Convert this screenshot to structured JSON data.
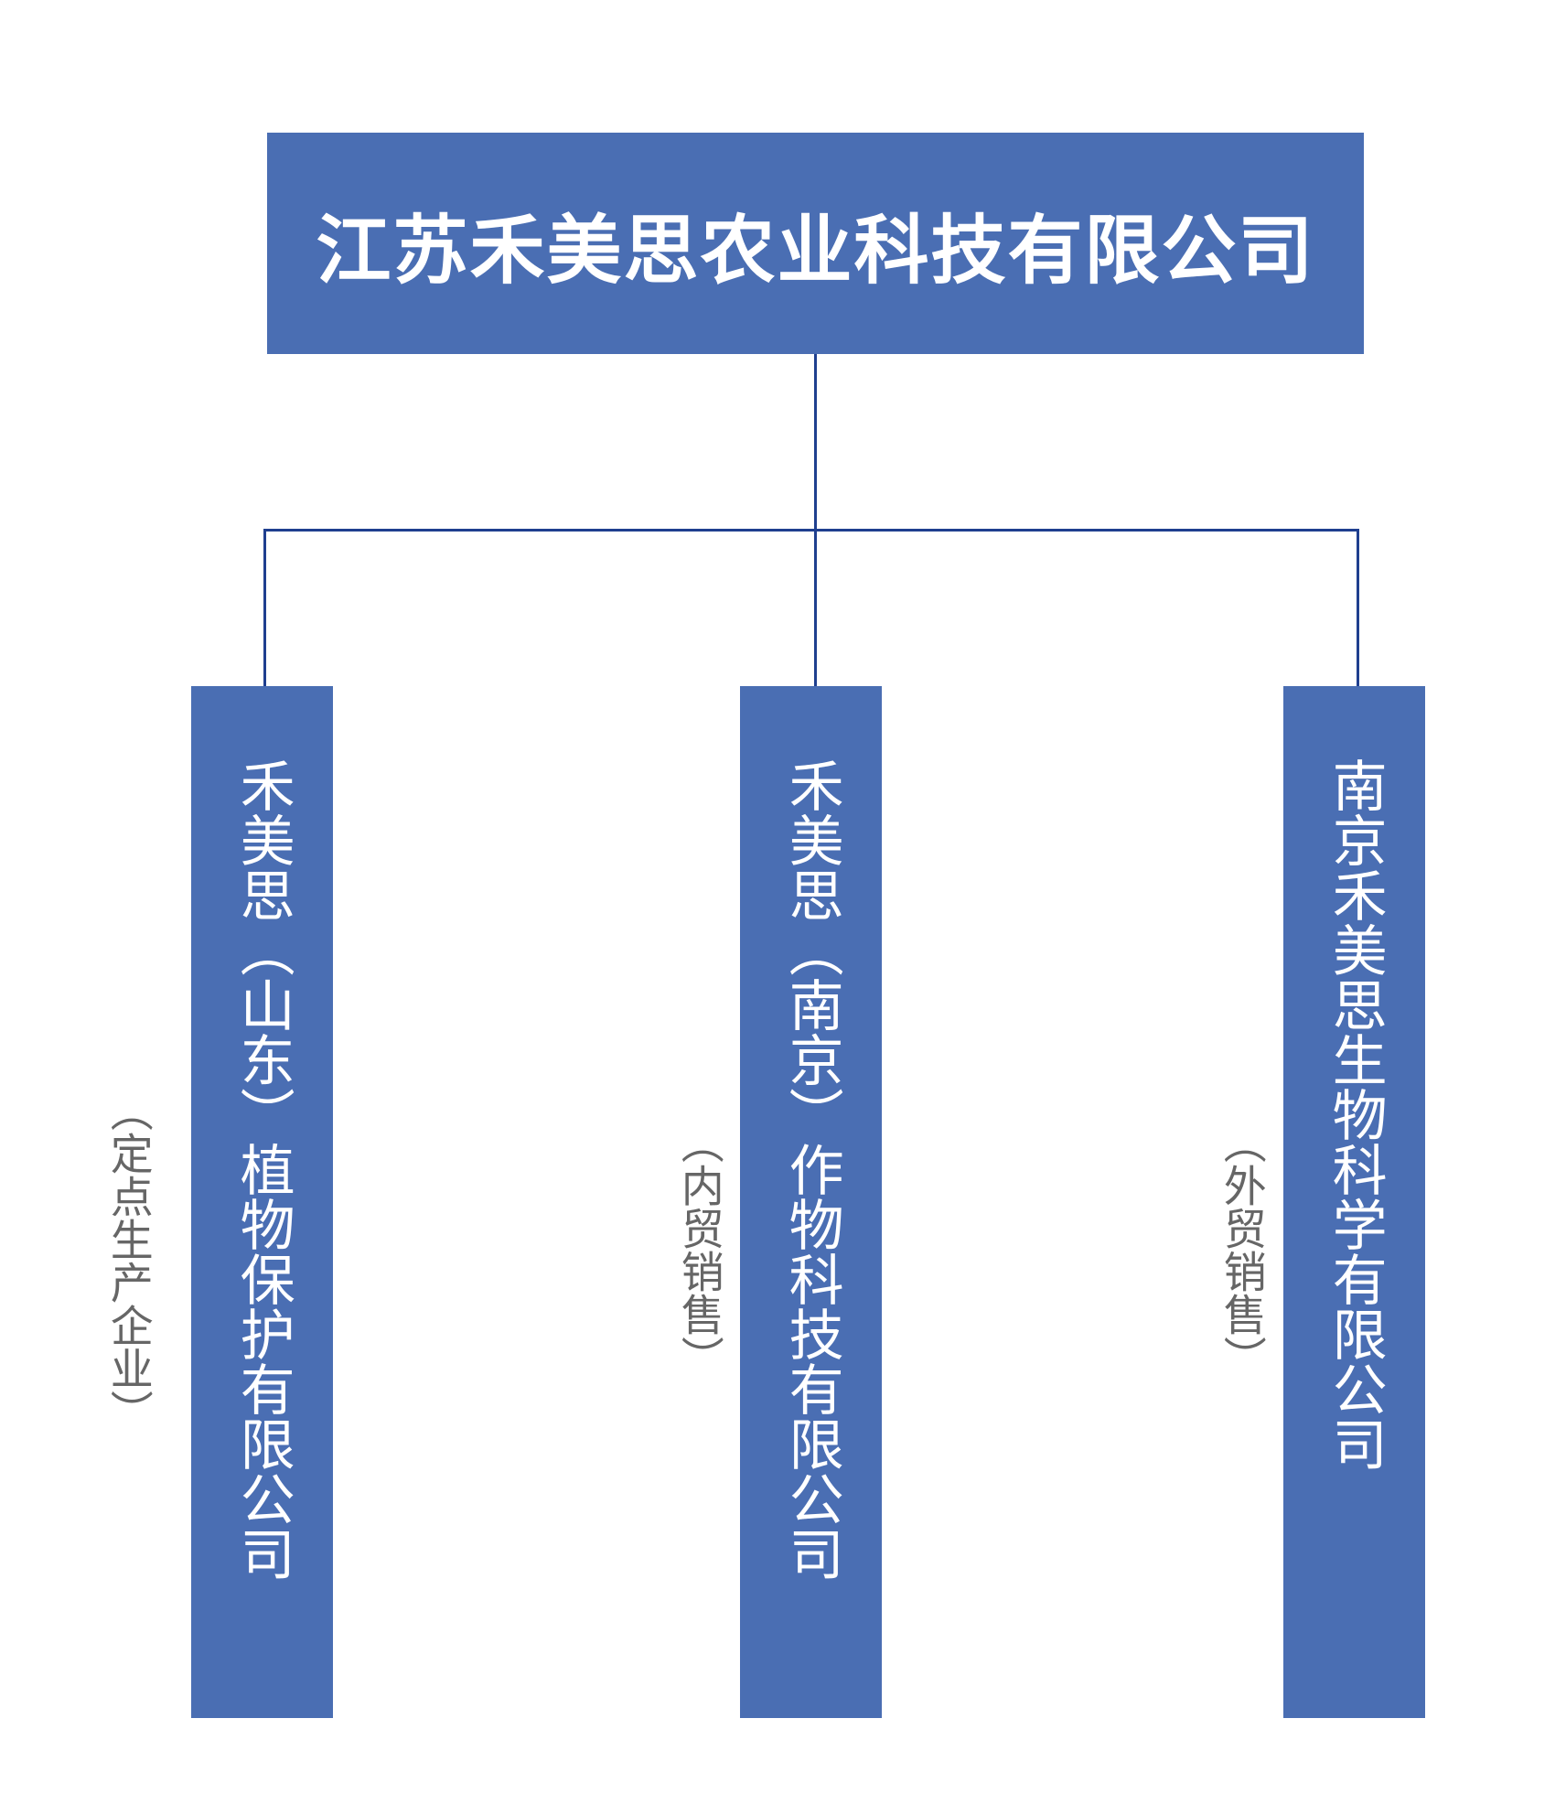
{
  "colors": {
    "box": "#4a6eb3",
    "line": "#1f3f8f",
    "box_text": "#ffffff",
    "note_text": "#666666",
    "background": "#ffffff"
  },
  "root": {
    "title": "江苏禾美思农业科技有限公司"
  },
  "children": [
    {
      "title": "禾美思（山东）植物保护有限公司",
      "note": "（定点生产企业）"
    },
    {
      "title": "禾美思（南京）作物科技有限公司",
      "note": "（内贸销售）"
    },
    {
      "title": "南京禾美思生物科学有限公司",
      "note": "（外贸销售）"
    }
  ]
}
